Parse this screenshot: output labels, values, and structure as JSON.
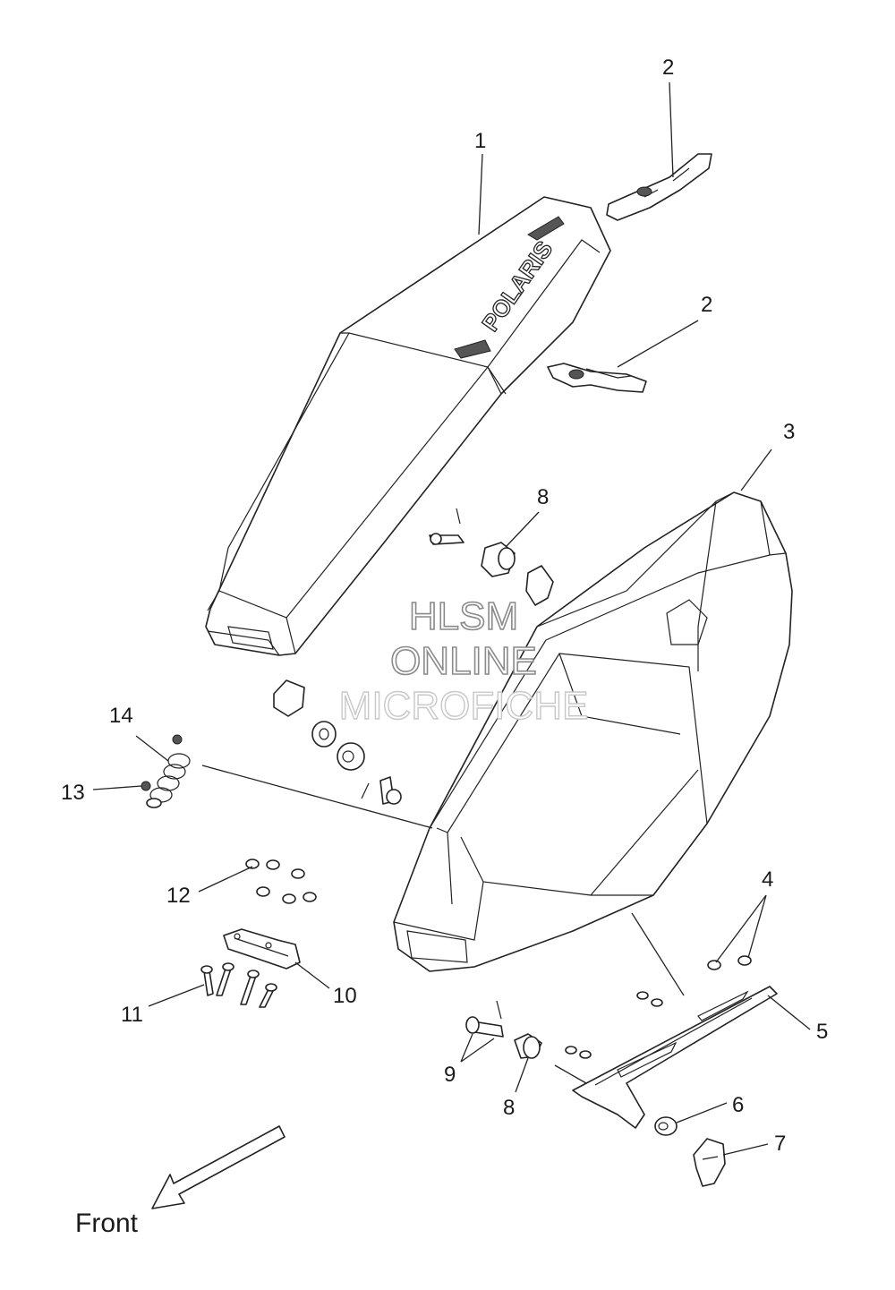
{
  "callouts": {
    "c1": "1",
    "c2a": "2",
    "c2b": "2",
    "c3": "3",
    "c4": "4",
    "c5": "5",
    "c6": "6",
    "c7": "7",
    "c8a": "8",
    "c8b": "8",
    "c9": "9",
    "c10": "10",
    "c11": "11",
    "c12": "12",
    "c13": "13",
    "c14": "14"
  },
  "front_label": "Front",
  "watermark": {
    "line1": "HLSM",
    "line2": "ONLINE",
    "line3": "MICROFICHE"
  },
  "seat_logo": "POLARIS"
}
